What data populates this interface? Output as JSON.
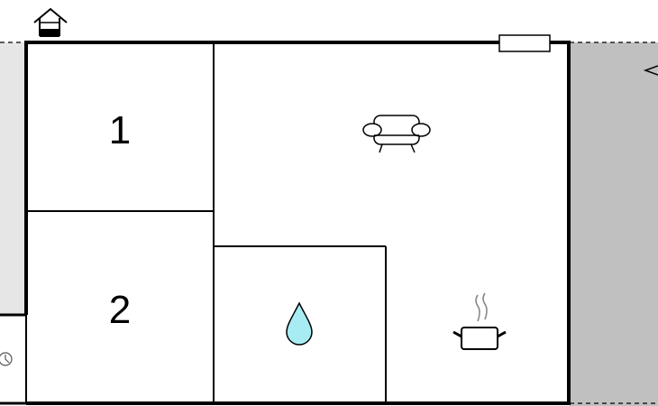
{
  "floorplan": {
    "rooms": [
      {
        "id": "bedroom-1",
        "label": "1"
      },
      {
        "id": "bedroom-2",
        "label": "2"
      }
    ],
    "icons": [
      {
        "room": "entrance",
        "icon": "house-entrance-icon"
      },
      {
        "room": "living-room",
        "icon": "sofa-icon"
      },
      {
        "room": "bathroom",
        "icon": "water-drop-icon"
      },
      {
        "room": "kitchen",
        "icon": "cooking-pot-icon"
      },
      {
        "room": "utility",
        "icon": "clock-icon"
      },
      {
        "room": "exterior",
        "icon": "arrow-icon"
      }
    ],
    "colors": {
      "terrace": "#c0c0c0",
      "side_area": "#e6e6e6",
      "water_drop": "#a8ecf3",
      "wall": "#000000"
    }
  }
}
